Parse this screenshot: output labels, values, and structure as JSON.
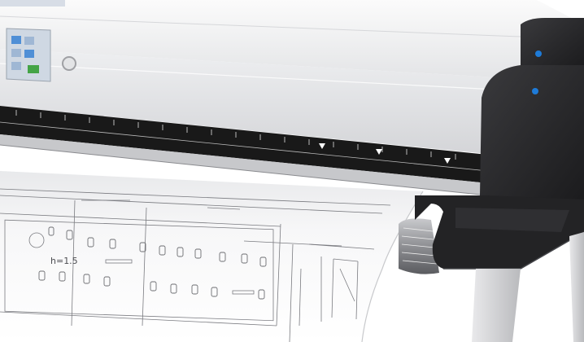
{
  "scene": {
    "subject": "wide-format-scanner-with-paper-feed",
    "colors": {
      "top_housing": "#f2f2f3",
      "front_panel": "#e6e7e9",
      "ruler_strip": "#1a1a1a",
      "side_caps": "#2b2b2d",
      "power_led": "#1e7bd8",
      "paper": "#f4f4f5",
      "drawing_lines": "#6d6e72",
      "stand": "#d9d9dc"
    },
    "icons": [
      "power-icon",
      "power-icon-lower",
      "touchscreen-panel",
      "round-button"
    ]
  },
  "drawing": {
    "formula_text": "h=1.5"
  }
}
